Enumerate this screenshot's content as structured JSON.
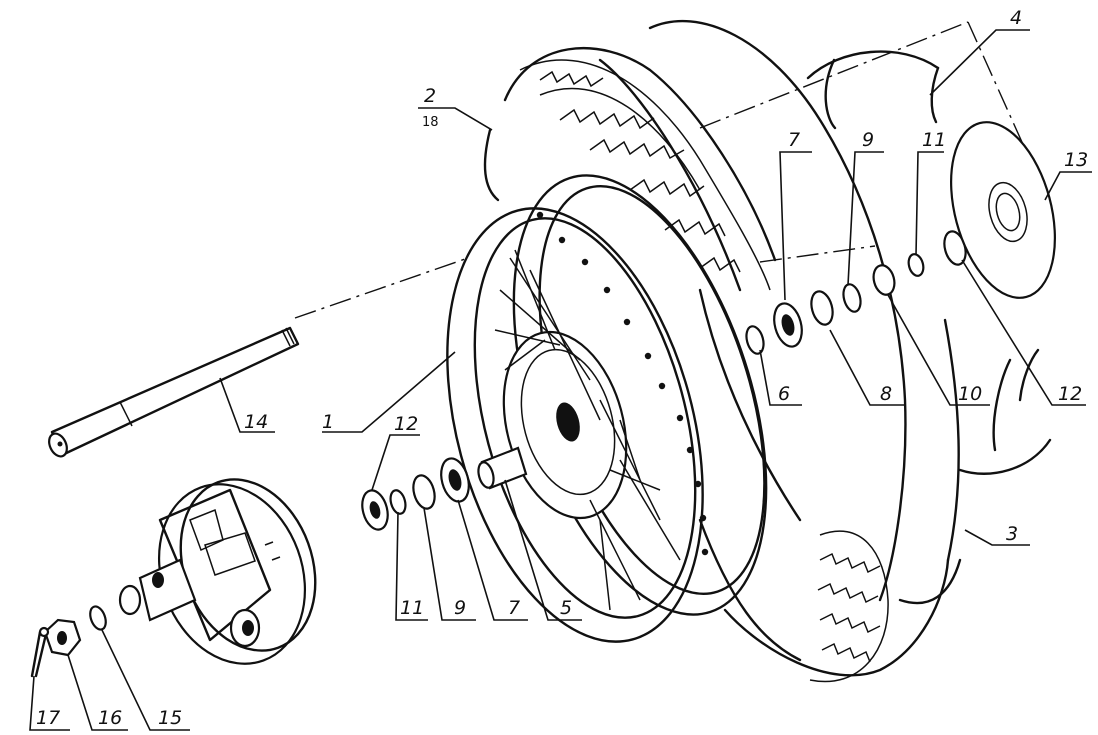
{
  "callouts": {
    "c1": "1",
    "c2": "2",
    "c2sub": "18",
    "c3": "3",
    "c4": "4",
    "c5": "5",
    "c6": "6",
    "c7a": "7",
    "c7b": "7",
    "c8": "8",
    "c9a": "9",
    "c9b": "9",
    "c10": "10",
    "c11a": "11",
    "c11b": "11",
    "c12a": "12",
    "c12b": "12",
    "c13": "13",
    "c14": "14",
    "c15": "15",
    "c16": "16",
    "c17": "17"
  }
}
